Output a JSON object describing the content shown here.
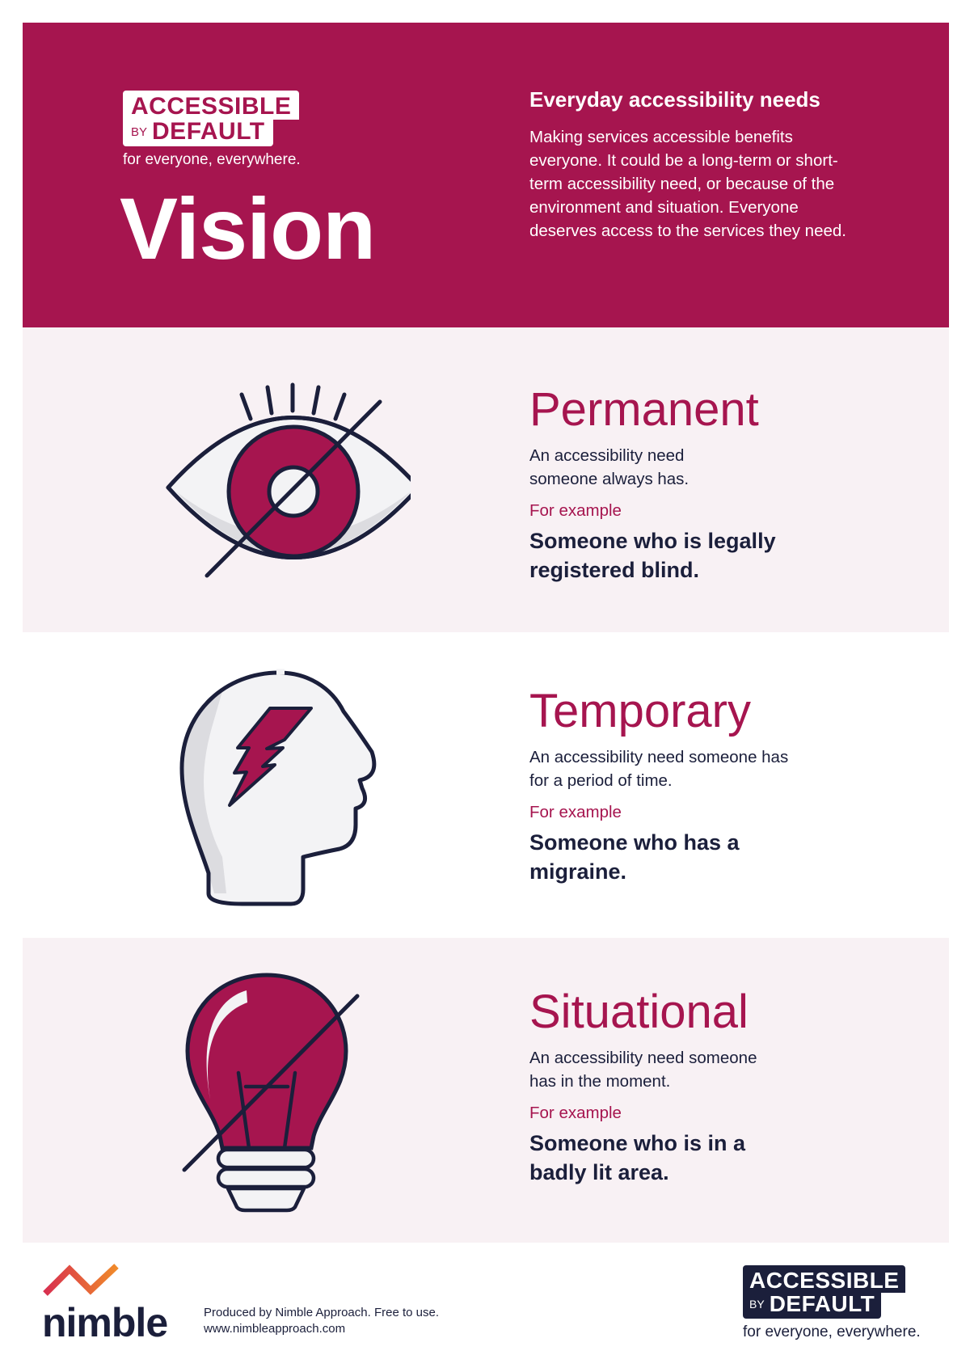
{
  "colors": {
    "brand": "#a6154f",
    "navy": "#1b1f3b",
    "pink_bg": "#f8f1f4",
    "light_gray": "#f3f3f5",
    "shadow_gray": "#dcdce0",
    "nimble_red": "#d8304f",
    "nimble_orange": "#f08a2a"
  },
  "header": {
    "badge": {
      "line1": "ACCESSIBLE",
      "by": "BY",
      "line2": "DEFAULT",
      "tagline": "for everyone, everywhere."
    },
    "title": "Vision",
    "intro_heading": "Everyday accessibility needs",
    "intro_body": "Making services accessible benefits everyone. It could be a long-term or short-term accessibility need, or because of the environment and situation. Everyone deserves access to the services they need."
  },
  "sections": [
    {
      "title": "Permanent",
      "description": "An accessibility need someone always has.",
      "for_example_label": "For example",
      "example": "Someone who is legally registered blind.",
      "icon": "eye-crossed-icon"
    },
    {
      "title": "Temporary",
      "description": "An accessibility need someone has for a period of time.",
      "for_example_label": "For example",
      "example": "Someone who has a migraine.",
      "icon": "head-lightning-icon"
    },
    {
      "title": "Situational",
      "description": "An accessibility need someone has in the moment.",
      "for_example_label": "For example",
      "example": "Someone who is in a badly lit area.",
      "icon": "lightbulb-crossed-icon"
    }
  ],
  "footer": {
    "nimble_wordmark": "nimble",
    "produced_by": "Produced by Nimble Approach. Free to use.",
    "url": "www.nimbleapproach.com",
    "badge": {
      "line1": "ACCESSIBLE",
      "by": "BY",
      "line2": "DEFAULT",
      "tagline": "for everyone, everywhere."
    }
  }
}
